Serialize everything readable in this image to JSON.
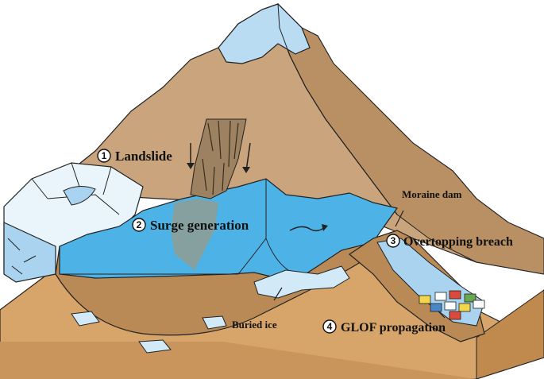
{
  "labels": {
    "landslide": {
      "number": "1",
      "text": "Landslide"
    },
    "surge": {
      "number": "2",
      "text": "Surge generation"
    },
    "moraine": {
      "text": "Moraine dam"
    },
    "overtopping": {
      "number": "3",
      "text": "Overtopping breach"
    },
    "buried_ice": {
      "text": "Buried ice"
    },
    "glof": {
      "number": "4",
      "text": "GLOF propagation"
    }
  },
  "colors": {
    "snow": "#b9dcf2",
    "mountain": "#c9a47c",
    "mountain_shadow": "#a97f57",
    "lake": "#4db3e6",
    "ground": "#d7a56a",
    "ground_dark": "#c08a4e",
    "glacier": "#e9f4fb",
    "debris": "#9c8260",
    "plume": "#9a9a88"
  }
}
